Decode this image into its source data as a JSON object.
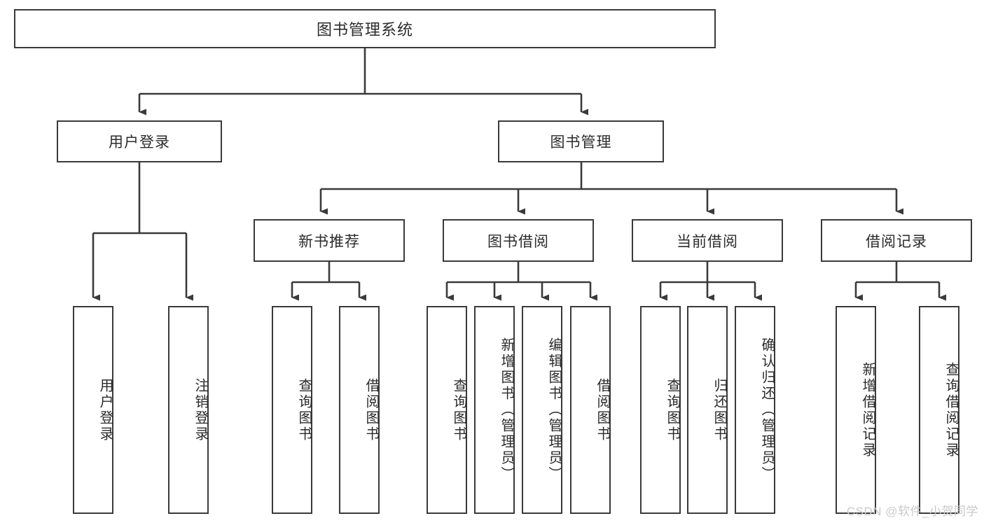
{
  "diagram": {
    "title": "图书管理系统",
    "type": "tree-hierarchy",
    "root": {
      "label": "图书管理系统"
    },
    "level2": [
      {
        "label": "用户登录"
      },
      {
        "label": "图书管理"
      }
    ],
    "level3": [
      {
        "label": "新书推荐"
      },
      {
        "label": "图书借阅"
      },
      {
        "label": "当前借阅"
      },
      {
        "label": "借阅记录"
      }
    ],
    "leaves": {
      "user_login": [
        {
          "label": "用户登录"
        },
        {
          "label": "注销登录"
        }
      ],
      "new_book_recommend": [
        {
          "label": "查询图书"
        },
        {
          "label": "借阅图书"
        }
      ],
      "book_borrow": [
        {
          "label": "查询图书"
        },
        {
          "label": "新增图书（管理员）"
        },
        {
          "label": "编辑图书（管理员）"
        },
        {
          "label": "借阅图书"
        }
      ],
      "current_borrow": [
        {
          "label": "查询图书"
        },
        {
          "label": "归还图书"
        },
        {
          "label": "确认归还（管理员）"
        }
      ],
      "borrow_record": [
        {
          "label": "新增借阅记录"
        },
        {
          "label": "查询借阅记录"
        }
      ]
    }
  },
  "watermark": {
    "text": "CSDN @软件_小贺同学"
  },
  "colors": {
    "background": "#ffffff",
    "border": "#3a3a3a",
    "text": "#2b2b2b",
    "connector": "#3a3a3a",
    "watermark": "#c9c9c9"
  }
}
